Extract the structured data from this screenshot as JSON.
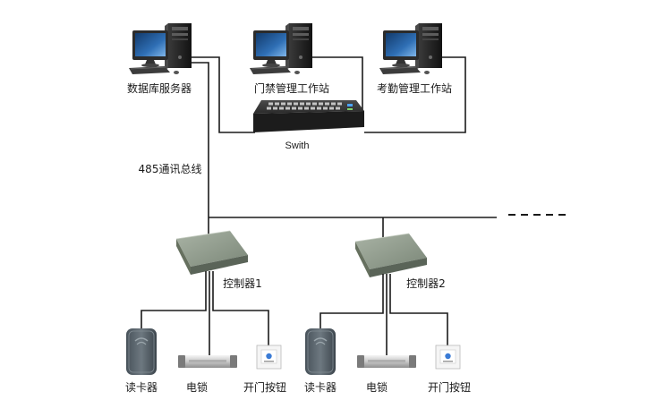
{
  "nodes": {
    "db_server": "数据库服务器",
    "access_workstation": "门禁管理工作站",
    "attendance_workstation": "考勤管理工作站",
    "switch": "Swith"
  },
  "bus_label": "485通讯总线",
  "controllers": [
    {
      "label": "控制器1",
      "devices": {
        "reader": "读卡器",
        "lock": "电锁",
        "button": "开门按钮"
      }
    },
    {
      "label": "控制器2",
      "devices": {
        "reader": "读卡器",
        "lock": "电锁",
        "button": "开门按钮"
      }
    }
  ]
}
